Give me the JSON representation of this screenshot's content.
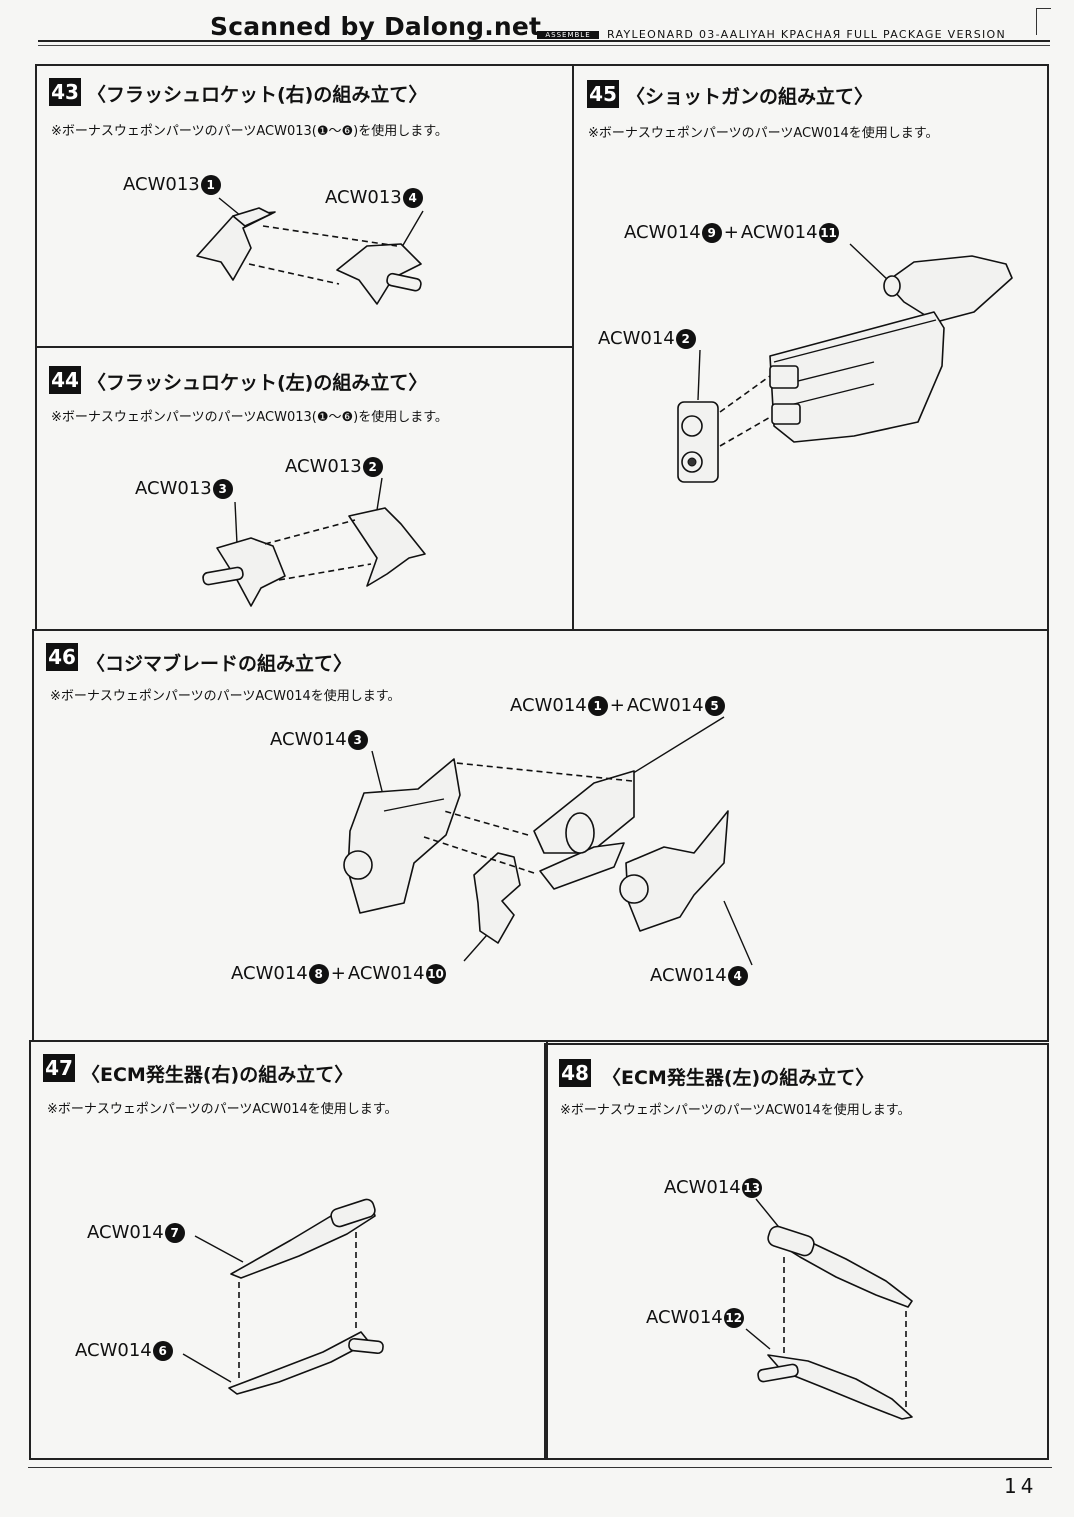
{
  "header": {
    "scan_credit": "Scanned by Dalong.net",
    "badge": "ASSEMBLE",
    "title": "RAYLEONARD 03-AALIYAH KPACHAЯ FULL PACKAGE VERSION"
  },
  "steps": {
    "s43": {
      "number": "43",
      "title": "〈フラッシュロケット(右)の組み立て〉",
      "note": "※ボーナスウェポンパーツのパーツACW013(❶〜❻)を使用します。",
      "labels": [
        {
          "code": "ACW013",
          "part": "1"
        },
        {
          "code": "ACW013",
          "part": "4"
        }
      ]
    },
    "s44": {
      "number": "44",
      "title": "〈フラッシュロケット(左)の組み立て〉",
      "note": "※ボーナスウェポンパーツのパーツACW013(❶〜❻)を使用します。",
      "labels": [
        {
          "code": "ACW013",
          "part": "2"
        },
        {
          "code": "ACW013",
          "part": "3"
        }
      ]
    },
    "s45": {
      "number": "45",
      "title": "〈ショットガンの組み立て〉",
      "note": "※ボーナスウェポンパーツのパーツACW014を使用します。",
      "labels": [
        {
          "code": "ACW014",
          "part": "9",
          "plus": "+",
          "code2": "ACW014",
          "part2": "11"
        },
        {
          "code": "ACW014",
          "part": "2"
        }
      ]
    },
    "s46": {
      "number": "46",
      "title": "〈コジマブレードの組み立て〉",
      "note": "※ボーナスウェポンパーツのパーツACW014を使用します。",
      "labels": [
        {
          "code": "ACW014",
          "part": "1",
          "plus": "+",
          "code2": "ACW014",
          "part2": "5"
        },
        {
          "code": "ACW014",
          "part": "3"
        },
        {
          "code": "ACW014",
          "part": "8",
          "plus": "+",
          "code2": "ACW014",
          "part2": "10"
        },
        {
          "code": "ACW014",
          "part": "4"
        }
      ]
    },
    "s47": {
      "number": "47",
      "title": "〈ECM発生器(右)の組み立て〉",
      "note": "※ボーナスウェポンパーツのパーツACW014を使用します。",
      "labels": [
        {
          "code": "ACW014",
          "part": "7"
        },
        {
          "code": "ACW014",
          "part": "6"
        }
      ]
    },
    "s48": {
      "number": "48",
      "title": "〈ECM発生器(左)の組み立て〉",
      "note": "※ボーナスウェポンパーツのパーツACW014を使用します。",
      "labels": [
        {
          "code": "ACW014",
          "part": "13"
        },
        {
          "code": "ACW014",
          "part": "12"
        }
      ]
    }
  },
  "footer": {
    "page_number": "14"
  }
}
